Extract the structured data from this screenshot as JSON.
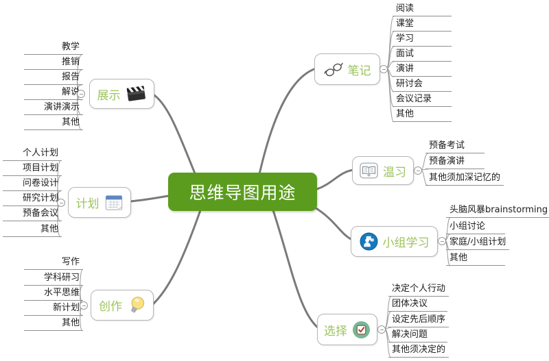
{
  "central": {
    "title": "思维导图用途"
  },
  "branches": [
    {
      "label": "笔记",
      "icon": "glasses-icon",
      "children": [
        "阅读",
        "课堂",
        "学习",
        "面试",
        "演讲",
        "研讨会",
        "会议记录",
        "其他"
      ]
    },
    {
      "label": "温习",
      "icon": "book-icon",
      "children": [
        "预备考试",
        "预备演讲",
        "其他须加深记忆的"
      ]
    },
    {
      "label": "小组学习",
      "icon": "group-icon",
      "children": [
        "头脑风暴brainstorming",
        "小组讨论",
        "家庭/小组计划",
        "其他"
      ]
    },
    {
      "label": "选择",
      "icon": "checkbox-icon",
      "children": [
        "决定个人行动",
        "团体决议",
        "设定先后顺序",
        "解决问题",
        "其他须决定的"
      ]
    },
    {
      "label": "展示",
      "icon": "clapperboard-icon",
      "children": [
        "教学",
        "推销",
        "报告",
        "解说",
        "演讲演示",
        "其他"
      ]
    },
    {
      "label": "计划",
      "icon": "calendar-icon",
      "children": [
        "个人计划",
        "项目计划",
        "问卷设计",
        "研究计划",
        "预备会议",
        "其他"
      ]
    },
    {
      "label": "创作",
      "icon": "lightbulb-icon",
      "children": [
        "写作",
        "学科研习",
        "水平思维",
        "新计划",
        "其他"
      ]
    }
  ],
  "colors": {
    "central_bg": "#5b9c1e",
    "central_text": "#ffffff",
    "branch_label": "#9cc35c",
    "connector_line": "#7a7a7a",
    "group_icon_blue": "#1779bc",
    "checkbox_icon_green": "#76b893"
  }
}
